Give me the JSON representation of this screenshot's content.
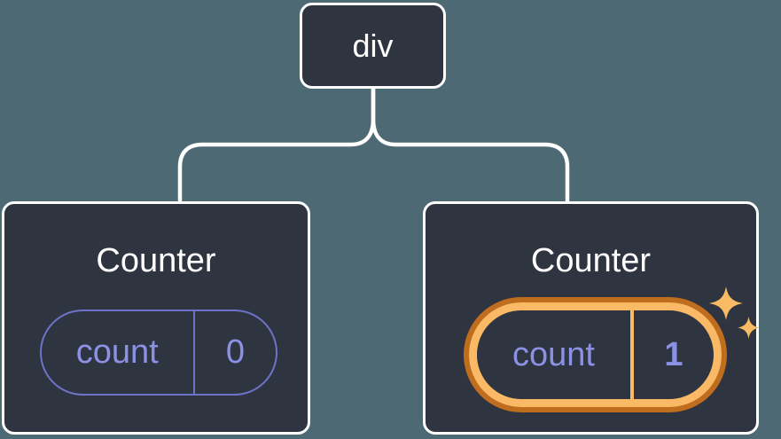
{
  "colors": {
    "background": "#4d6a74",
    "node_fill": "#2f3540",
    "node_border": "#ffffff",
    "connector_line": "#ffffff",
    "state_border_purple": "#6d73c8",
    "state_text_purple": "#8b91e4",
    "highlight_ring_dark_orange": "#c06d1e",
    "highlight_ring_light_orange": "#f9b965",
    "sparkle_orange": "#f8bb63"
  },
  "tree": {
    "root": {
      "label": "div"
    },
    "children": [
      {
        "title": "Counter",
        "state": {
          "key": "count",
          "value": "0"
        },
        "highlighted": false
      },
      {
        "title": "Counter",
        "state": {
          "key": "count",
          "value": "1"
        },
        "highlighted": true
      }
    ]
  }
}
